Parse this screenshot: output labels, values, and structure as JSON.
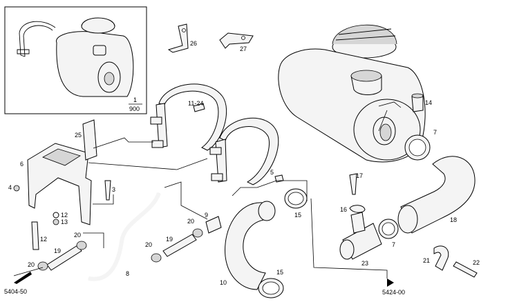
{
  "callouts": {
    "c26": "26",
    "c27": "27",
    "c14": "14",
    "c7a": "7",
    "c7b": "7",
    "c11_24": "11-24",
    "c25": "25",
    "c6": "6",
    "c4": "4",
    "c3": "3",
    "c5": "5",
    "c12a": "12",
    "c13": "13",
    "c12b": "12",
    "c19a": "19",
    "c20a": "20",
    "c20b": "20",
    "c20c": "20",
    "c20d": "20",
    "c19b": "19",
    "c8": "8",
    "c9": "9",
    "c15a": "15",
    "c15b": "15",
    "c16": "16",
    "c17": "17",
    "c18": "18",
    "c10": "10",
    "c23": "23",
    "c21": "21",
    "c22": "22"
  },
  "inset": {
    "ref_top": "1",
    "ref_bottom": "900"
  },
  "references": {
    "left_ref": "5404-50",
    "right_ref": "5424-00"
  }
}
